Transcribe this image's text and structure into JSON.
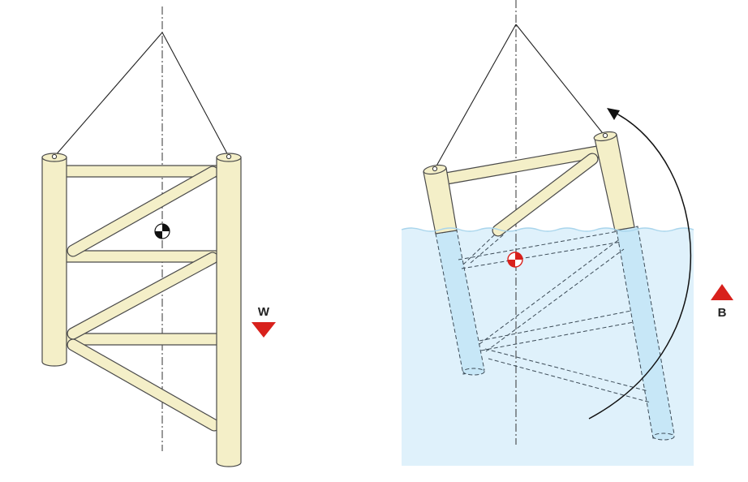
{
  "figure": {
    "left_panel": {
      "weight_label": "W",
      "marker": "centre-of-gravity-marker",
      "arrow_icon": "down-triangle-icon"
    },
    "right_panel": {
      "buoyancy_label": "B",
      "marker": "centre-of-buoyancy-marker",
      "arrow_icon": "up-triangle-icon",
      "rotation_icon": "curved-arrow-icon"
    },
    "colors": {
      "member_fill": "#f4efc8",
      "member_outline": "#4a4a4a",
      "water": "#dff1fb",
      "submerged_member": "#c7e7f7",
      "marker_red": "#d8211c",
      "marker_black": "#111111"
    }
  }
}
